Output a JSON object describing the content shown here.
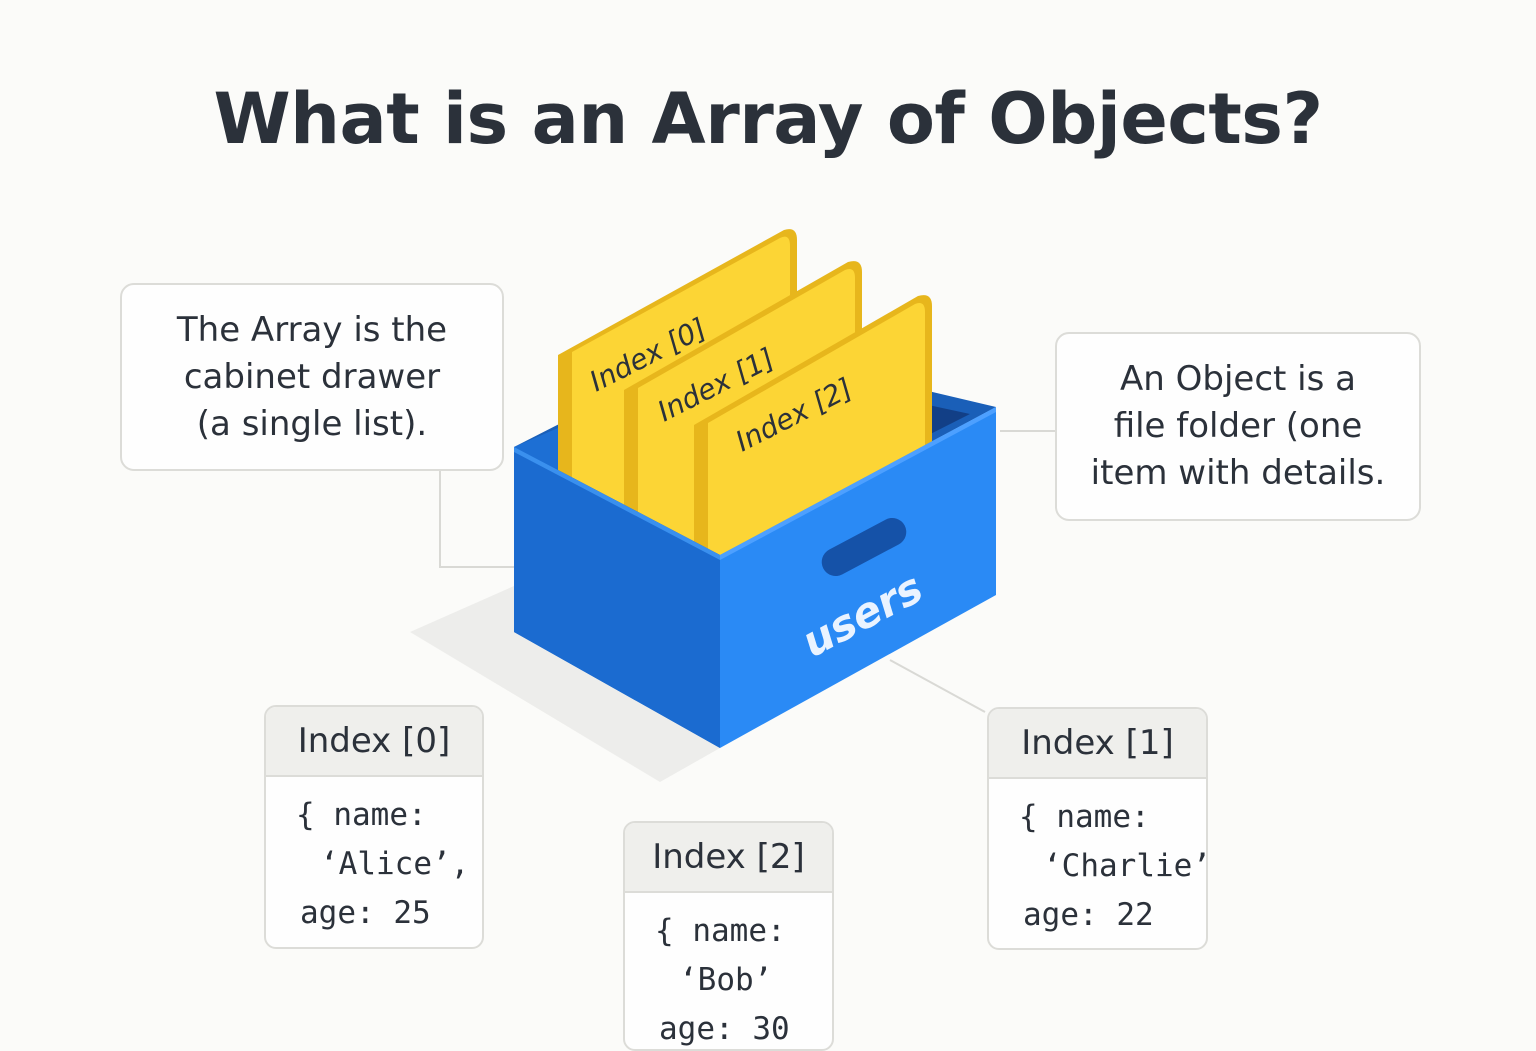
{
  "title": "What is an Array of Objects?",
  "callouts": {
    "array": [
      "The Array is the",
      "cabinet drawer",
      "(a single list)."
    ],
    "object": [
      "An Object is a",
      "file folder (one",
      "item with details."
    ]
  },
  "drawer": {
    "label": "users",
    "folders": [
      "Index [0]",
      "Index [1]",
      "Index [2]"
    ],
    "colors": {
      "drawer_front": "#2a8af5",
      "drawer_side": "#1d6fd4",
      "folder": "#fcd535",
      "folder_edge": "#e7b61c"
    }
  },
  "cards": [
    {
      "header": "Index [0]",
      "line1": "{ name:",
      "line2": "‘Alice’,",
      "line3": "age: 25"
    },
    {
      "header": "Index [1]",
      "line1": "{ name:",
      "line2": "‘Charlie’,",
      "line3": "age: 22"
    },
    {
      "header": "Index [2]",
      "line1": "{ name:",
      "line2": "‘Bob’",
      "line3": "age: 30"
    }
  ]
}
